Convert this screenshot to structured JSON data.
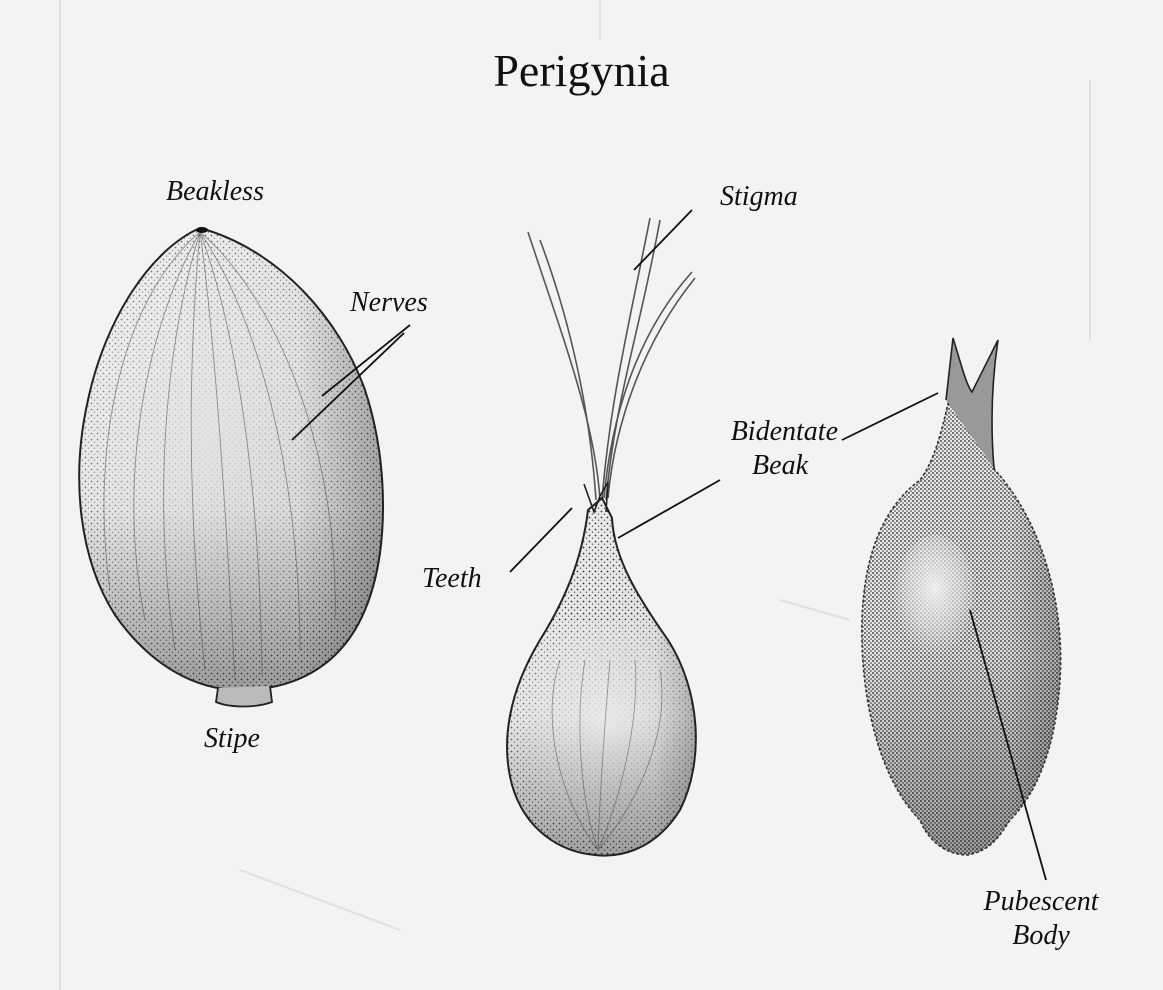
{
  "title": "Perigynia",
  "labels": {
    "beakless": "Beakless",
    "nerves": "Nerves",
    "stipe": "Stipe",
    "stigma": "Stigma",
    "teeth": "Teeth",
    "bidentate_line1": "Bidentate",
    "bidentate_line2": "Beak",
    "pubescent_line1": "Pubescent",
    "pubescent_line2": "Body"
  },
  "colors": {
    "paper": "#f3f3f1",
    "ink": "#111111"
  }
}
